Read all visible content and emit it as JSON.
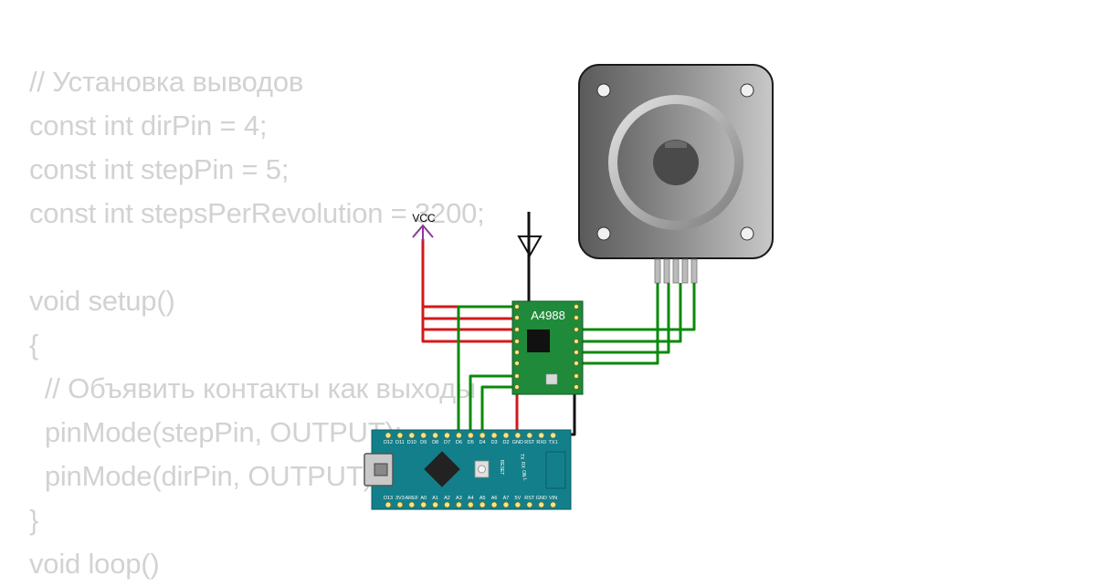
{
  "code_lines": [
    "// Установка выводов",
    "const int dirPin = 4;",
    "const int stepPin = 5;",
    "const int stepsPerRevolution = 3200;",
    "",
    "void setup()",
    "{",
    "  // Объявить контакты как выходы",
    "  pinMode(stepPin, OUTPUT);",
    "  pinMode(dirPin, OUTPUT);",
    "}",
    "void loop()"
  ],
  "driver": {
    "label": "A4988"
  },
  "power": {
    "vcc_label": "VCC"
  },
  "arduino": {
    "top_pins": [
      "D12",
      "D11",
      "D10",
      "D9",
      "D8",
      "D7",
      "D6",
      "D5",
      "D4",
      "D3",
      "D2",
      "GND",
      "RST",
      "RX0",
      "TX1"
    ],
    "bottom_pins": [
      "D13",
      "3V3",
      "AREF",
      "A0",
      "A1",
      "A2",
      "A3",
      "A4",
      "A5",
      "A6",
      "A7",
      "5V",
      "RST",
      "GND",
      "VIN"
    ],
    "reset_label": "RESET",
    "side_labels": [
      "TX",
      "RX",
      "ON",
      "L"
    ]
  },
  "colors": {
    "code_text": "#d2d2d2",
    "wire_red": "#d21919",
    "wire_green": "#0a8a0a",
    "wire_black": "#111111",
    "driver_pcb": "#1f8a3a",
    "arduino_pcb": "#137f8a",
    "vcc_arrow": "#8a3a9a"
  }
}
